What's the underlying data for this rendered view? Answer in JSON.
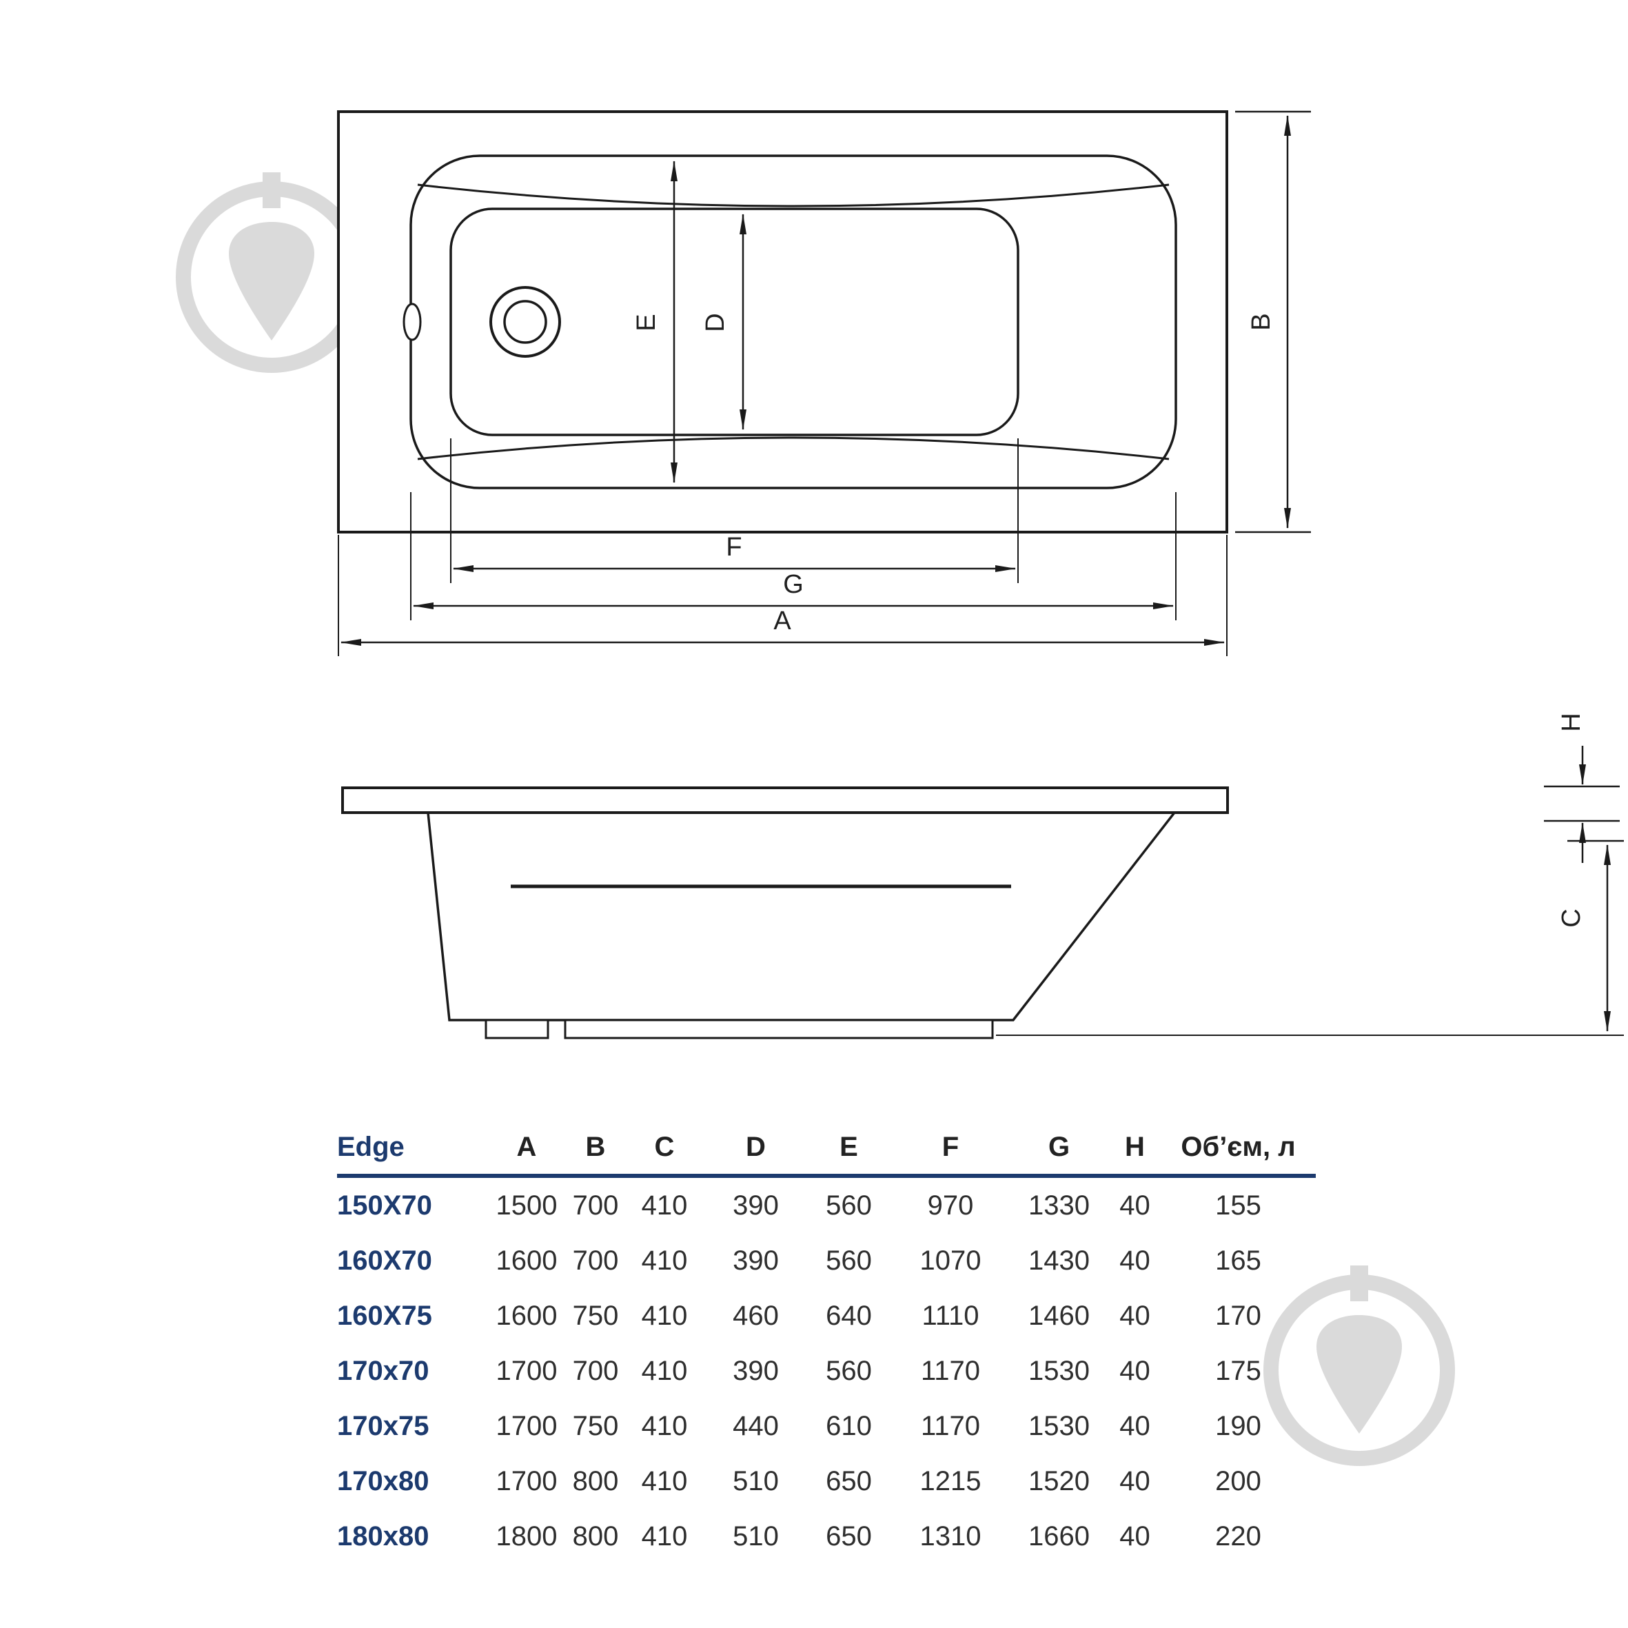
{
  "diagram": {
    "labels": {
      "A": "A",
      "B": "B",
      "C": "C",
      "D": "D",
      "E": "E",
      "F": "F",
      "G": "G",
      "H": "H"
    }
  },
  "table": {
    "header": [
      "Edge",
      "A",
      "B",
      "C",
      "D",
      "E",
      "F",
      "G",
      "H",
      "Об’єм, л"
    ],
    "rows": [
      {
        "label": "150X70",
        "values": [
          "1500",
          "700",
          "410",
          "390",
          "560",
          "970",
          "1330",
          "40",
          "155"
        ]
      },
      {
        "label": "160X70",
        "values": [
          "1600",
          "700",
          "410",
          "390",
          "560",
          "1070",
          "1430",
          "40",
          "165"
        ]
      },
      {
        "label": "160X75",
        "values": [
          "1600",
          "750",
          "410",
          "460",
          "640",
          "1110",
          "1460",
          "40",
          "170"
        ]
      },
      {
        "label": "170x70",
        "values": [
          "1700",
          "700",
          "410",
          "390",
          "560",
          "1170",
          "1530",
          "40",
          "175"
        ]
      },
      {
        "label": "170x75",
        "values": [
          "1700",
          "750",
          "410",
          "440",
          "610",
          "1170",
          "1530",
          "40",
          "190"
        ]
      },
      {
        "label": "170x80",
        "values": [
          "1700",
          "800",
          "410",
          "510",
          "650",
          "1215",
          "1520",
          "40",
          "200"
        ]
      },
      {
        "label": "180x80",
        "values": [
          "1800",
          "800",
          "410",
          "510",
          "650",
          "1310",
          "1660",
          "40",
          "220"
        ]
      }
    ]
  },
  "colors": {
    "navy": "#1c3a6e",
    "line": "#1a1a1a",
    "value_text": "#2e2e2e",
    "watermark": "#dadada"
  }
}
